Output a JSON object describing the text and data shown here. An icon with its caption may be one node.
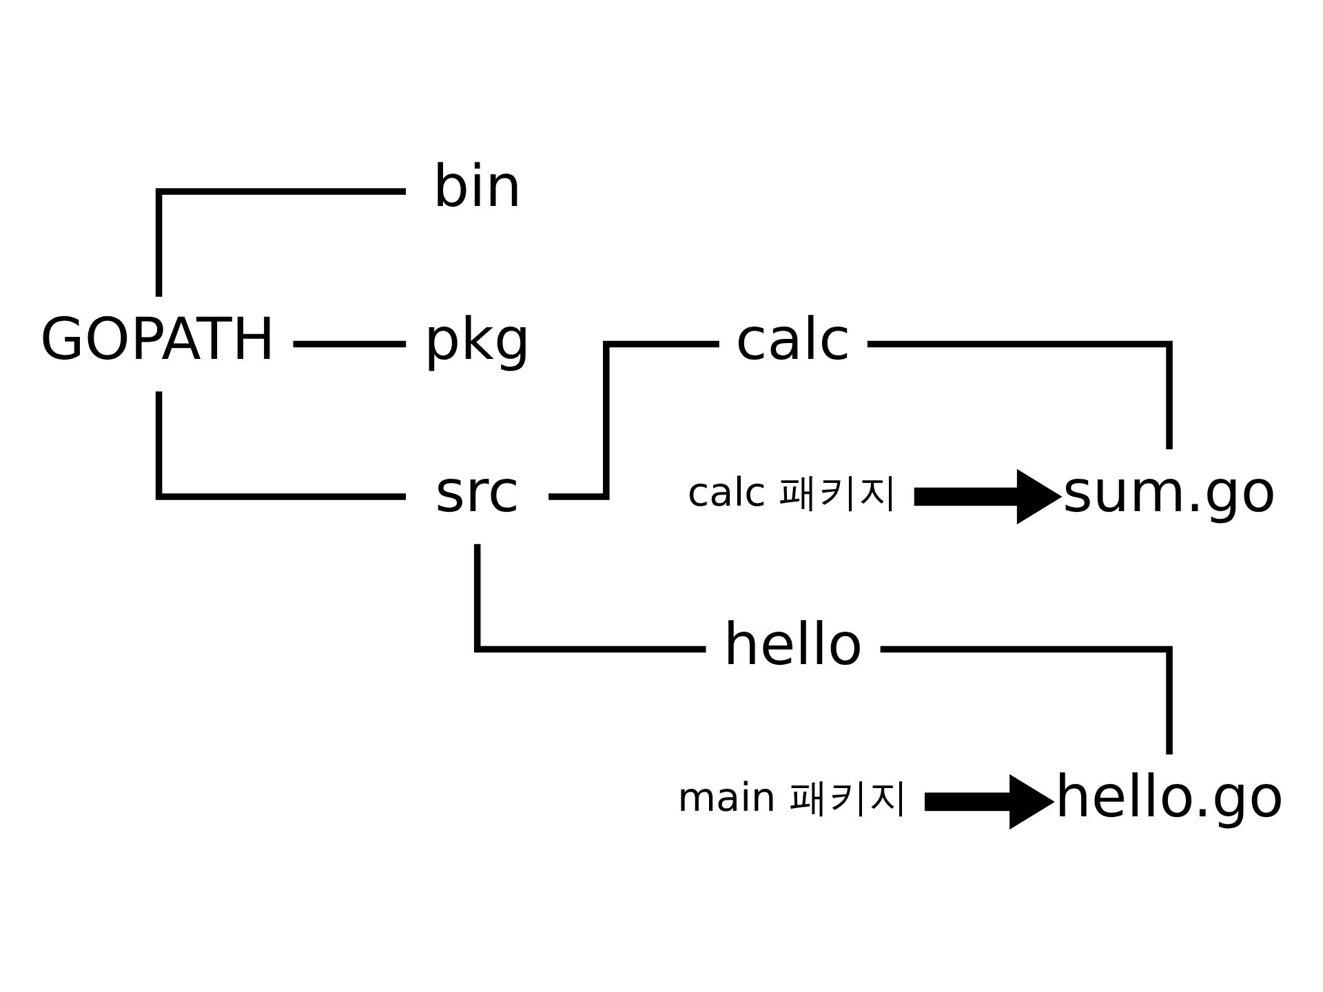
{
  "diagram": {
    "nodes": [
      {
        "text": [
          "GOPATH"
        ]
      },
      {
        "text": [
          "bin"
        ]
      },
      {
        "text": [
          "pkg"
        ]
      },
      {
        "text": [
          "src"
        ]
      },
      {
        "text": [
          "calc"
        ]
      },
      {
        "text": [
          "sum.go"
        ]
      },
      {
        "text": [
          "hello"
        ]
      },
      {
        "text": [
          "hello.go"
        ]
      },
      {
        "text": [
          "calc 패키지"
        ]
      },
      {
        "text": [
          "main 패키지"
        ]
      }
    ],
    "edges": [
      {
        "from": 0,
        "to": 1,
        "arrow": "none"
      },
      {
        "from": 0,
        "to": 2,
        "arrow": "none"
      },
      {
        "from": 0,
        "to": 3,
        "arrow": "none"
      },
      {
        "from": 3,
        "to": 4,
        "arrow": "none"
      },
      {
        "from": 3,
        "to": 6,
        "arrow": "none"
      },
      {
        "from": 4,
        "to": 5,
        "arrow": "none"
      },
      {
        "from": 6,
        "to": 7,
        "arrow": "none"
      },
      {
        "from": 8,
        "to": 5,
        "arrow": "to",
        "style": "thick"
      },
      {
        "from": 9,
        "to": 7,
        "arrow": "to",
        "style": "thick"
      }
    ]
  }
}
